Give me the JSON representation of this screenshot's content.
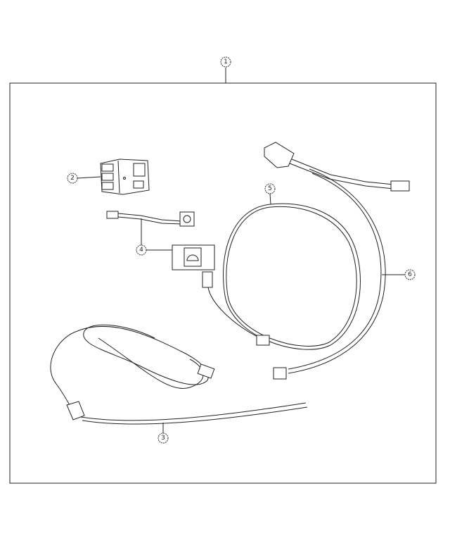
{
  "diagram": {
    "callouts": {
      "kit": "1",
      "module": "2",
      "sensor_lead": "3",
      "switch": "4",
      "harness_short": "5",
      "harness_long": "6"
    },
    "colors": {
      "line": "#222222",
      "background": "#ffffff"
    }
  }
}
